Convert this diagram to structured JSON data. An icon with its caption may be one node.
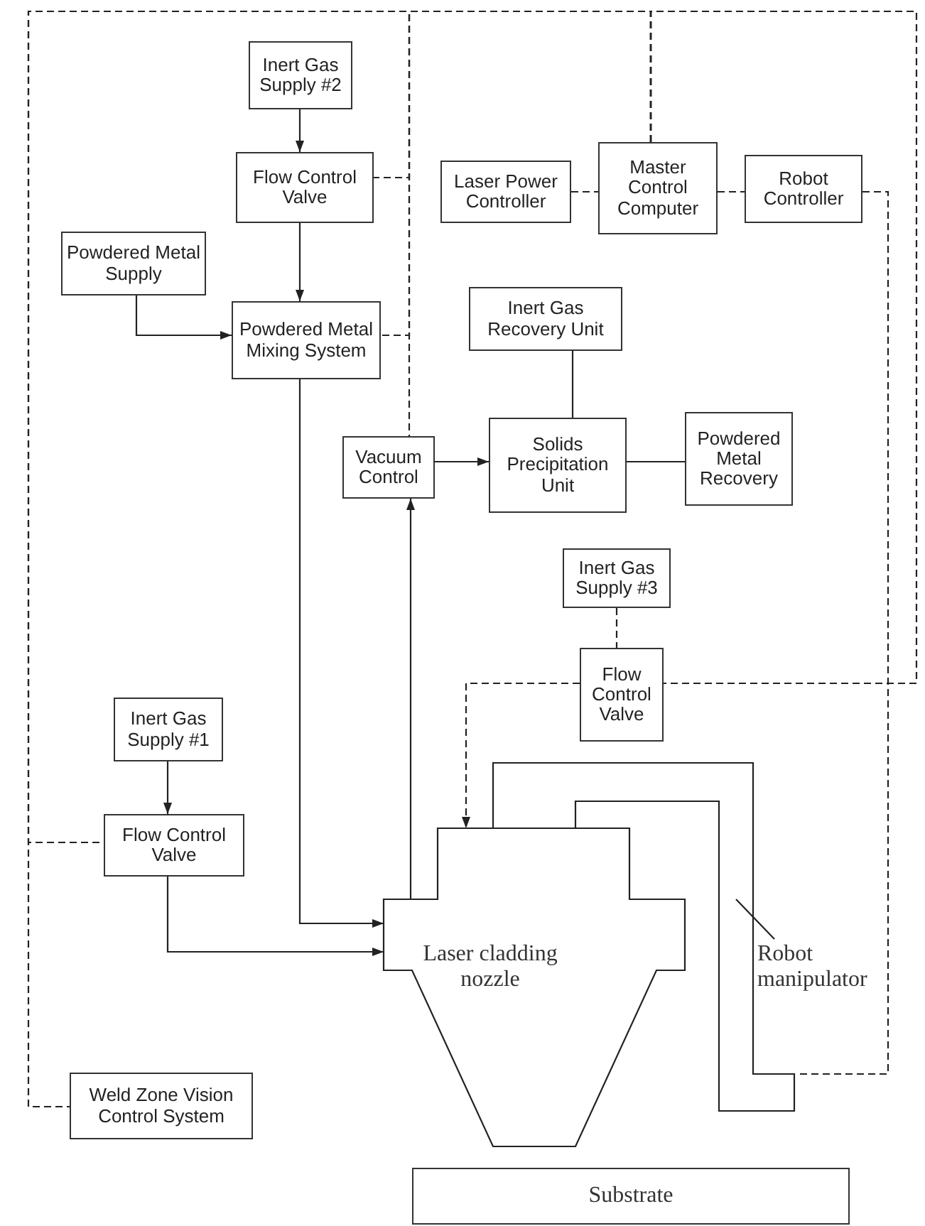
{
  "diagram": {
    "nodes": [
      {
        "text": [
          "Inert Gas Supply #2"
        ]
      },
      {
        "text": [
          "Flow Control Valve"
        ]
      },
      {
        "text": [
          "Laser Power Controller"
        ]
      },
      {
        "text": [
          "Master Control Computer"
        ]
      },
      {
        "text": [
          "Robot Controller"
        ]
      },
      {
        "text": [
          "Powdered Metal Supply"
        ]
      },
      {
        "text": [
          "Powdered Metal Mixing System"
        ]
      },
      {
        "text": [
          "Inert Gas Recovery Unit"
        ]
      },
      {
        "text": [
          "Vacuum Control"
        ]
      },
      {
        "text": [
          "Solids Precipitation Unit"
        ]
      },
      {
        "text": [
          "Powdered Metal Recovery"
        ]
      },
      {
        "text": [
          "Inert Gas Supply #3"
        ]
      },
      {
        "text": [
          "Flow Control Valve"
        ]
      },
      {
        "text": [
          "Inert Gas Supply #1"
        ]
      },
      {
        "text": [
          "Flow Control Valve"
        ]
      },
      {
        "text": [
          "Laser cladding nozzle"
        ]
      },
      {
        "text": [
          "Robot manipulator"
        ]
      },
      {
        "text": [],
        "shape": "picture"
      },
      {
        "text": [
          "Weld Zone Vision Control System"
        ]
      },
      {
        "text": [
          "Substrate"
        ]
      }
    ],
    "edges": [
      {
        "from": 0,
        "to": 1,
        "arrow": "to"
      },
      {
        "from": 1,
        "to": 6,
        "arrow": "to"
      },
      {
        "from": 5,
        "to": 6,
        "arrow": "to"
      },
      {
        "from": 6,
        "to": 15,
        "arrow": "to"
      },
      {
        "from": 13,
        "to": 14,
        "arrow": "to"
      },
      {
        "from": 14,
        "to": 15,
        "arrow": "to"
      },
      {
        "from": 15,
        "to": 8,
        "arrow": "to"
      },
      {
        "from": 8,
        "to": 9,
        "arrow": "to"
      },
      {
        "from": 7,
        "to": 9,
        "arrow": "none"
      },
      {
        "from": 9,
        "to": 10,
        "arrow": "none"
      },
      {
        "from": 11,
        "to": 12,
        "arrow": "none",
        "style": "dashed"
      },
      {
        "from": 12,
        "to": 15,
        "arrow": "to",
        "style": "dashed"
      },
      {
        "from": 2,
        "to": 3,
        "arrow": "none",
        "style": "dashed"
      },
      {
        "from": 3,
        "to": 4,
        "arrow": "none",
        "style": "dashed"
      },
      {
        "from": 3,
        "to": 1,
        "arrow": "none",
        "style": "dashed"
      },
      {
        "from": 3,
        "to": 6,
        "arrow": "none",
        "style": "dashed"
      },
      {
        "from": 3,
        "to": 8,
        "arrow": "none",
        "style": "dashed"
      },
      {
        "from": 3,
        "to": 14,
        "arrow": "none",
        "style": "dashed"
      },
      {
        "from": 3,
        "to": 18,
        "arrow": "none",
        "style": "dashed"
      },
      {
        "from": 3,
        "to": 12,
        "arrow": "none",
        "style": "dashed"
      },
      {
        "from": 4,
        "to": 17,
        "arrow": "none",
        "style": "dashed"
      },
      {
        "from": 16,
        "to": 17,
        "arrow": "none"
      }
    ]
  }
}
